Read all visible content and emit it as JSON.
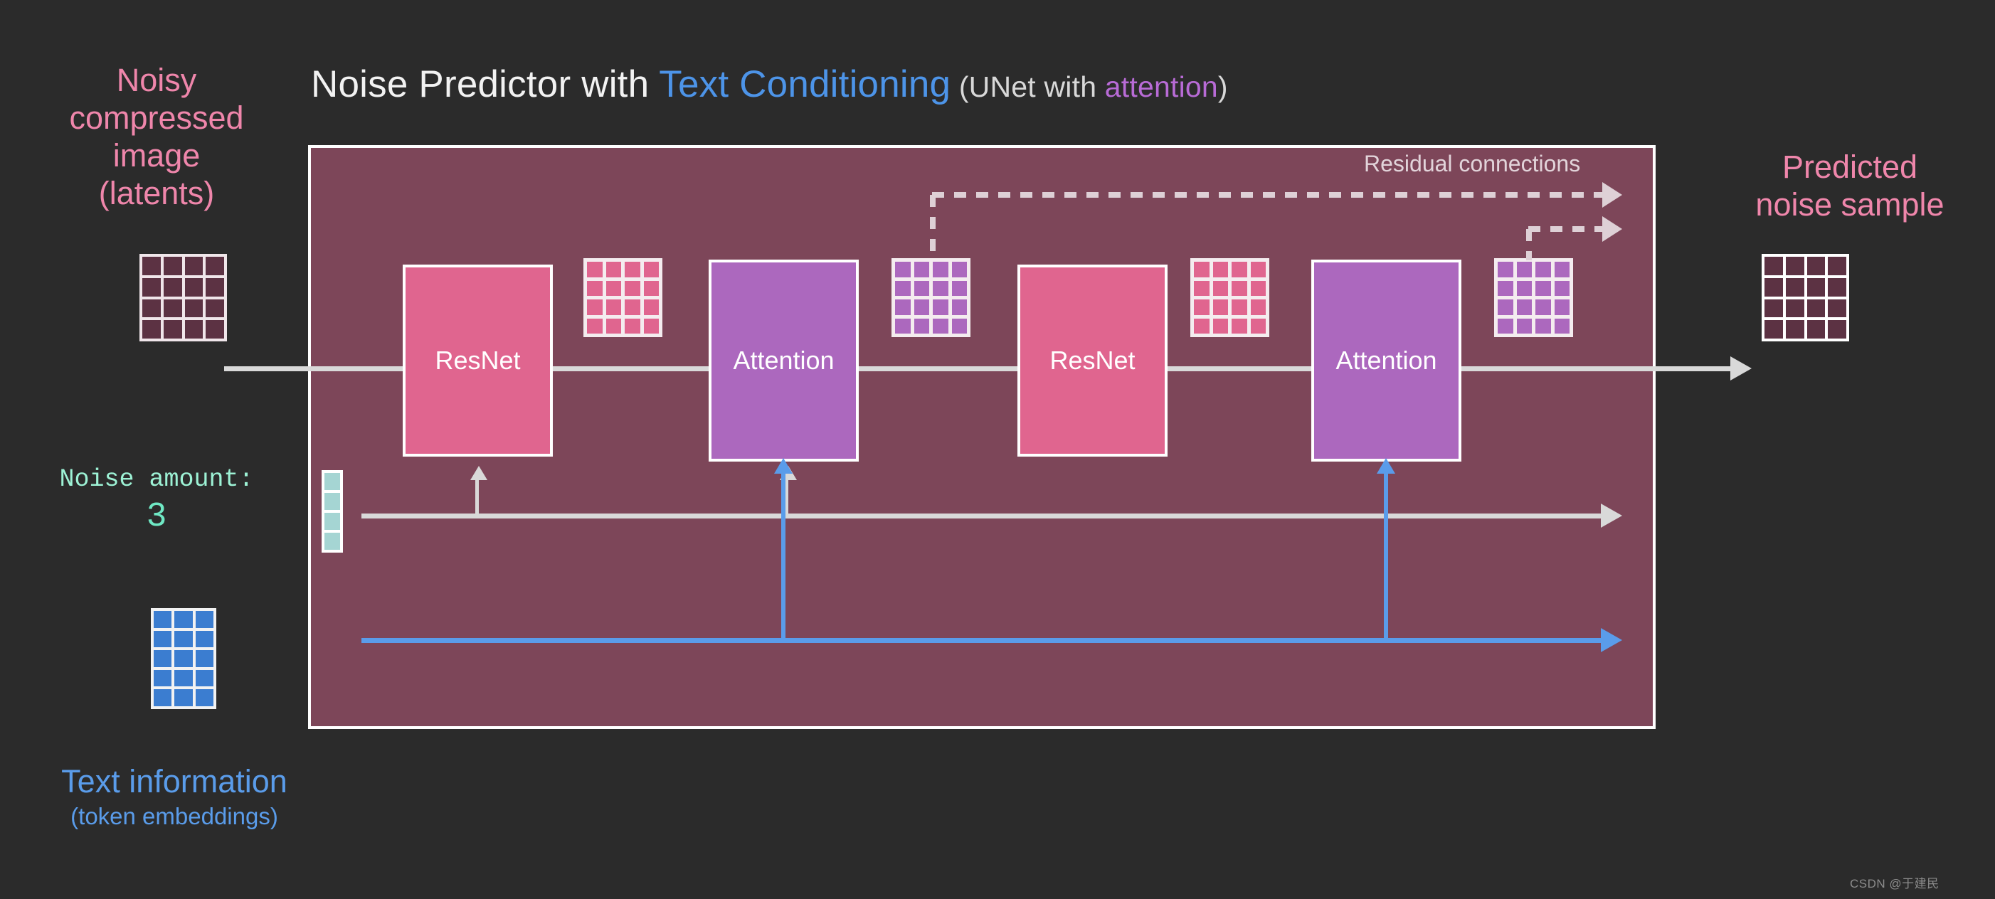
{
  "title": {
    "part1": "Noise Predictor with ",
    "highlight": "Text Conditioning",
    "sub_open": " (UNet with ",
    "sub_highlight": "attention",
    "sub_close": ")"
  },
  "inputs": {
    "latent_label": "Noisy\ncompressed\nimage\n(latents)",
    "noise_amount_label": "Noise amount:",
    "noise_amount_value": "3",
    "text_label_line1": "Text information",
    "text_label_line2": "(token embeddings)"
  },
  "outputs": {
    "predicted_label": "Predicted\nnoise sample"
  },
  "panel": {
    "residual_label": "Residual connections",
    "blocks": [
      {
        "label": "ResNet",
        "type": "resnet"
      },
      {
        "label": "Attention",
        "type": "attention"
      },
      {
        "label": "ResNet",
        "type": "resnet"
      },
      {
        "label": "Attention",
        "type": "attention"
      }
    ]
  },
  "grids": {
    "input_latents": {
      "cols": 4,
      "rows": 4,
      "cell_color": "#5c3243"
    },
    "output_noise": {
      "cols": 4,
      "rows": 4,
      "cell_color": "#5c3243"
    },
    "text_embeddings": {
      "cols": 3,
      "rows": 5,
      "cell_color": "#3b7dd0"
    },
    "noise_strip": {
      "cols": 1,
      "rows": 4,
      "cell_color": "#a5d5d3"
    },
    "feature_maps": [
      {
        "cols": 4,
        "rows": 4,
        "cell_color": "#e0658f"
      },
      {
        "cols": 4,
        "rows": 4,
        "cell_color": "#ac68be"
      },
      {
        "cols": 4,
        "rows": 4,
        "cell_color": "#e0658f"
      },
      {
        "cols": 4,
        "rows": 4,
        "cell_color": "#ac68be"
      }
    ]
  },
  "colors": {
    "background": "#2b2b2b",
    "panel": "#7d4659",
    "pink_text": "#ef86ab",
    "blue_text": "#5a9cea",
    "purple_accent": "#b86bd6",
    "mint_text": "#9df2d5",
    "resnet_block": "#e0658f",
    "attention_block": "#ac68be",
    "line_gray": "#d9d9d9",
    "dashed": "#ded0d6"
  },
  "watermark": "CSDN @于建民"
}
